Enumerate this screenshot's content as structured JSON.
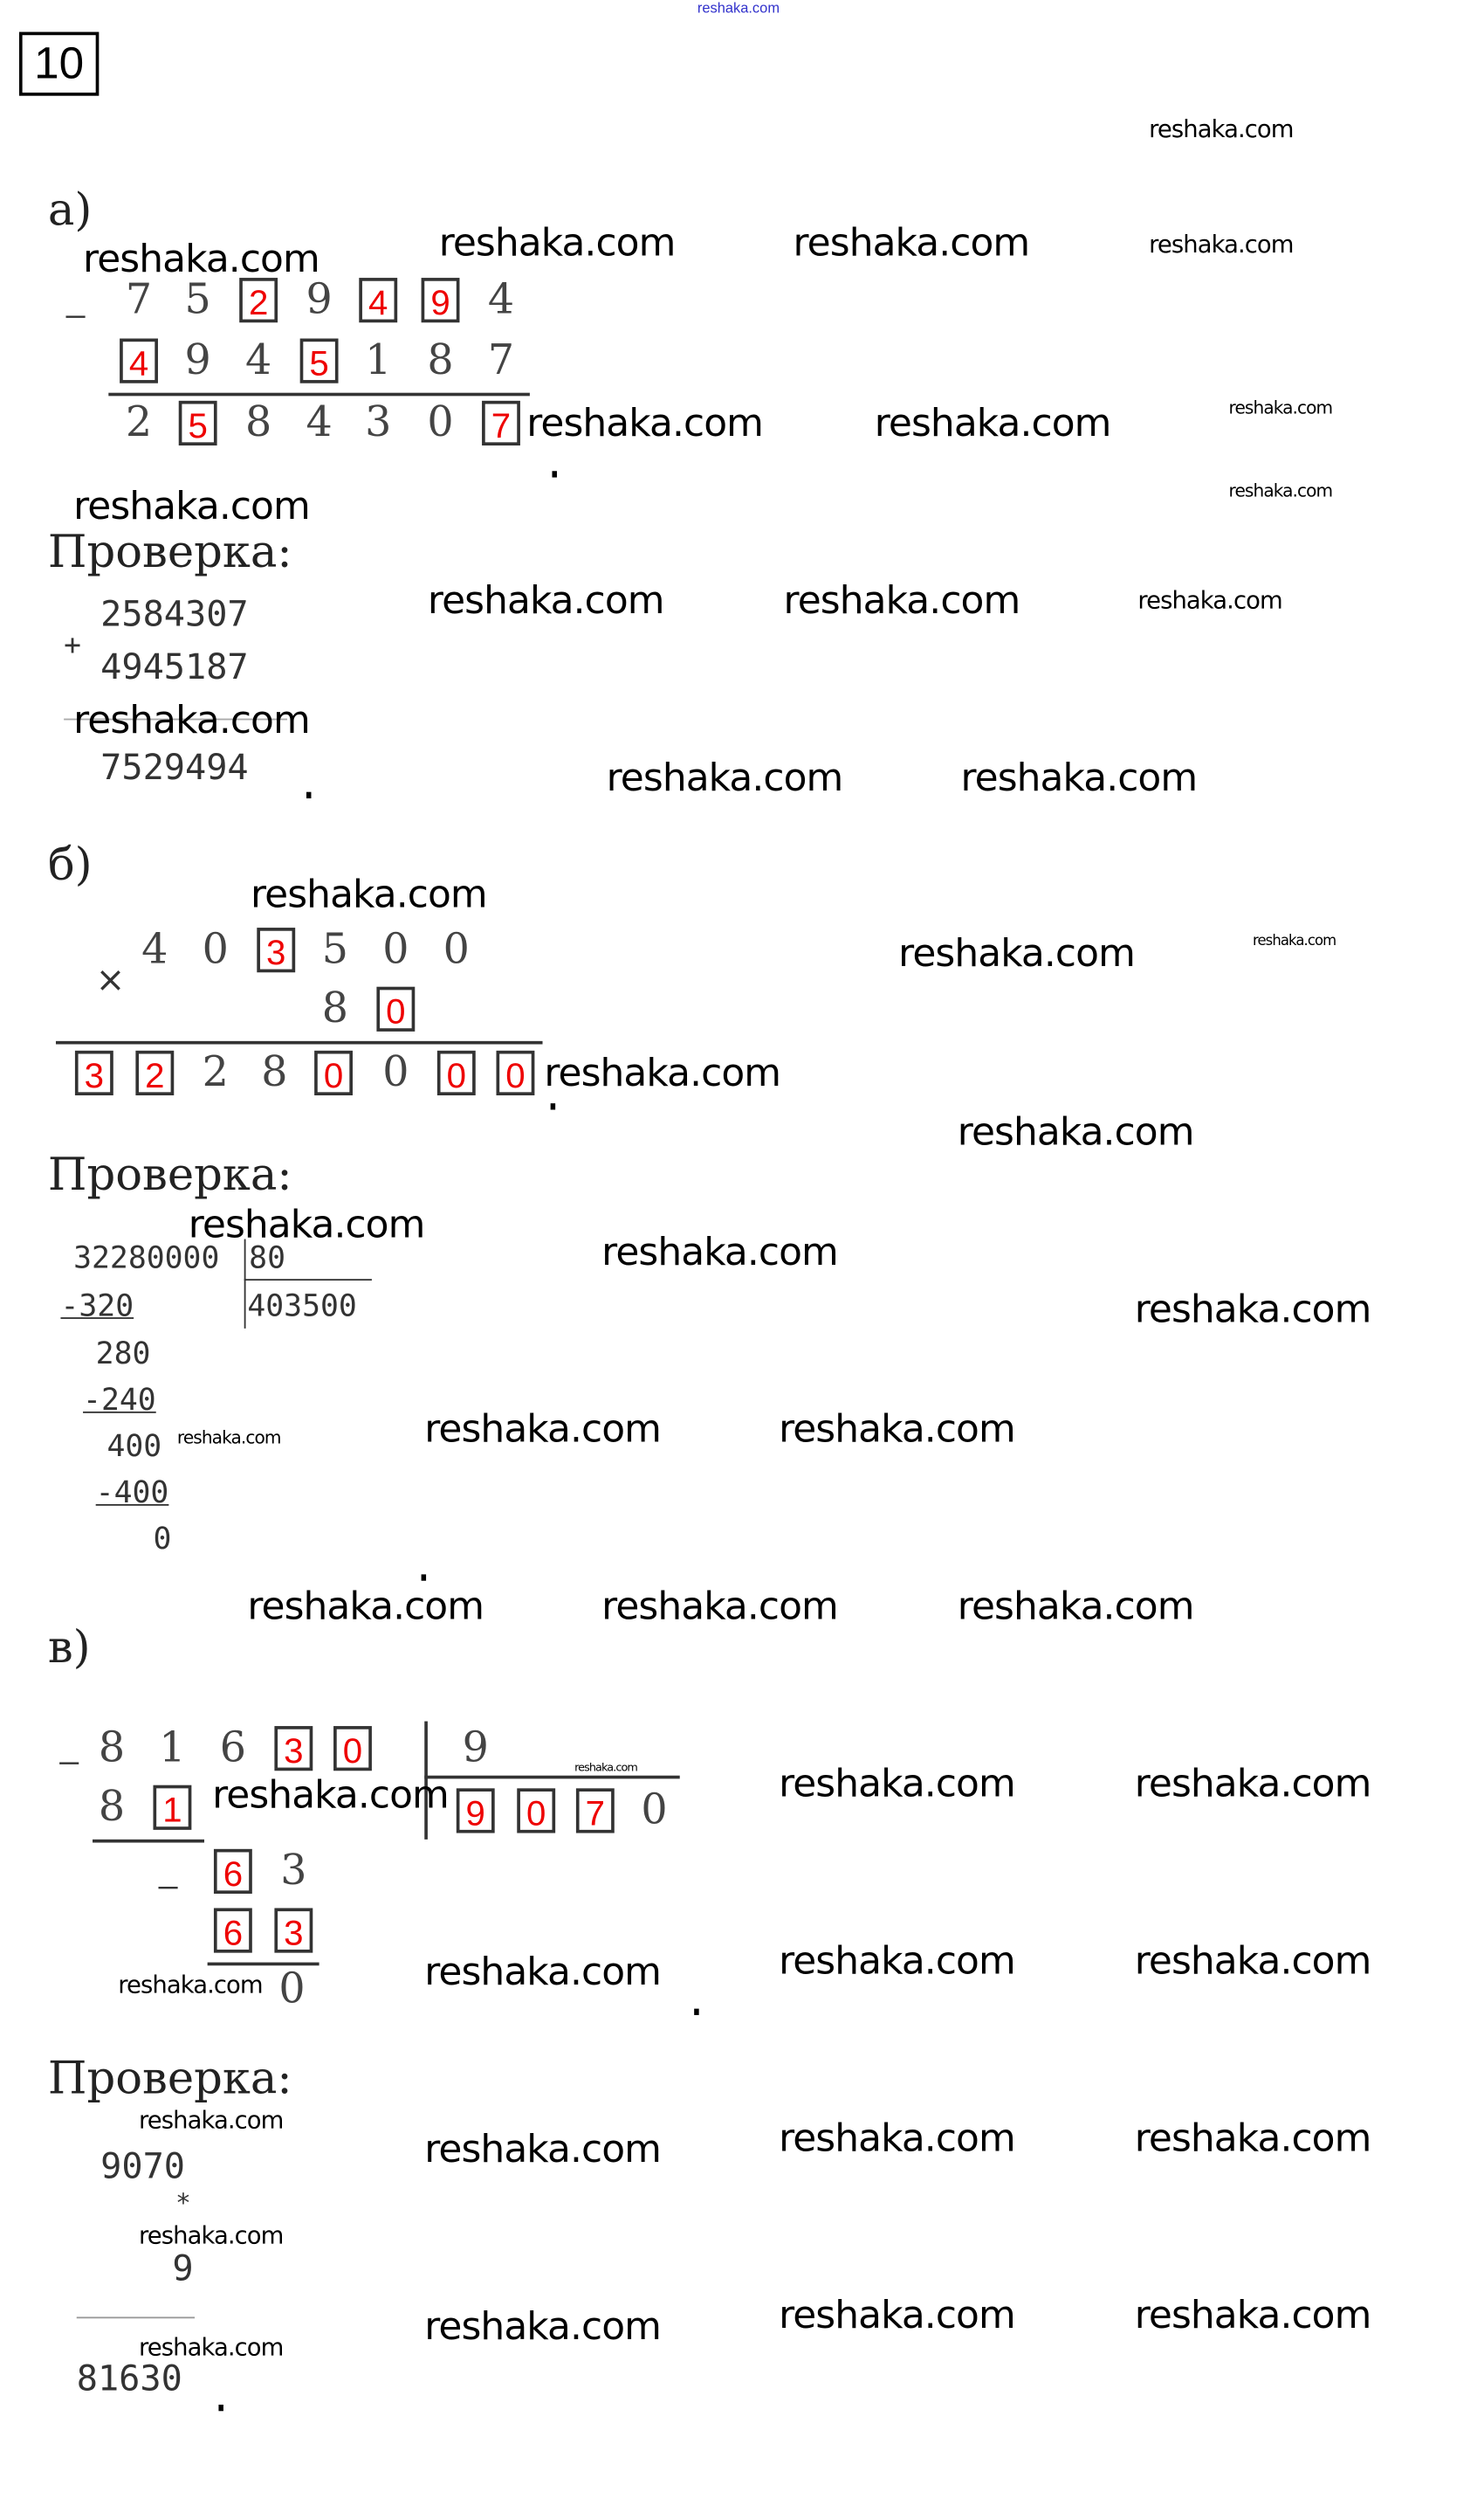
{
  "problem_number": "10",
  "header_watermark": "reshaka.com",
  "watermark": "reshaka.com",
  "check_label": "Проверка:",
  "part_a": {
    "label": "а)",
    "operator": "−",
    "rows": [
      [
        {
          "d": "7"
        },
        {
          "d": "5"
        },
        {
          "d": "2",
          "box": true
        },
        {
          "d": "9"
        },
        {
          "d": "4",
          "box": true
        },
        {
          "d": "9",
          "box": true
        },
        {
          "d": "4"
        }
      ],
      [
        {
          "d": "4",
          "box": true
        },
        {
          "d": "9"
        },
        {
          "d": "4"
        },
        {
          "d": "5",
          "box": true
        },
        {
          "d": "1"
        },
        {
          "d": "8"
        },
        {
          "d": "7"
        }
      ],
      [
        {
          "d": "2"
        },
        {
          "d": "5",
          "box": true
        },
        {
          "d": "8"
        },
        {
          "d": "4"
        },
        {
          "d": "3"
        },
        {
          "d": "0"
        },
        {
          "d": "7",
          "box": true
        }
      ]
    ],
    "check": {
      "operator": "+",
      "addend1": "2584307",
      "addend2": "4945187",
      "sum": "7529494"
    }
  },
  "part_b": {
    "label": "б)",
    "operator": "×",
    "rows": [
      [
        {
          "d": "4"
        },
        {
          "d": "0"
        },
        {
          "d": "3",
          "box": true
        },
        {
          "d": "5"
        },
        {
          "d": "0"
        },
        {
          "d": "0"
        }
      ],
      [
        {
          "d": "8"
        },
        {
          "d": "0",
          "box": true
        }
      ],
      [
        {
          "d": "3",
          "box": true
        },
        {
          "d": "2",
          "box": true
        },
        {
          "d": "2"
        },
        {
          "d": "8"
        },
        {
          "d": "0",
          "box": true
        },
        {
          "d": "0"
        },
        {
          "d": "0",
          "box": true
        },
        {
          "d": "0",
          "box": true
        }
      ]
    ],
    "check": {
      "dividend": "32280000",
      "divisor": "80",
      "quotient": "403500",
      "steps": [
        "-320",
        "280",
        "-240",
        "400",
        "-400",
        "0"
      ]
    }
  },
  "part_v": {
    "label": "в)",
    "dividend": [
      {
        "d": "8"
      },
      {
        "d": "1"
      },
      {
        "d": "6"
      },
      {
        "d": "3",
        "box": true
      },
      {
        "d": "0",
        "box": true
      }
    ],
    "divisor": "9",
    "sub1": [
      {
        "d": "8"
      },
      {
        "d": "1",
        "box": true
      }
    ],
    "quotient": [
      {
        "d": "9",
        "box": true
      },
      {
        "d": "0",
        "box": true
      },
      {
        "d": "7",
        "box": true
      },
      {
        "d": "0"
      }
    ],
    "rem1": [
      {
        "d": "6",
        "box": true
      },
      {
        "d": "3"
      }
    ],
    "sub2": [
      {
        "d": "6",
        "box": true
      },
      {
        "d": "3",
        "box": true
      }
    ],
    "remainder": "0",
    "check": {
      "factor1": "9070",
      "operator": "*",
      "factor2": "9",
      "product": "81630"
    }
  }
}
